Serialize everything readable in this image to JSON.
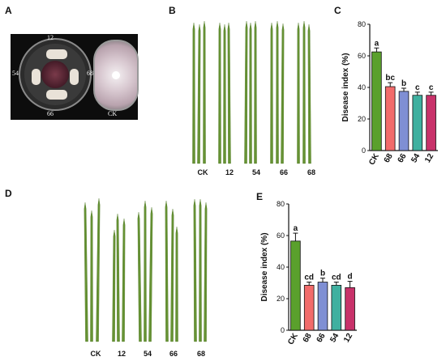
{
  "panels": {
    "a": {
      "letter": "A",
      "plate_labels": {
        "top": "12",
        "left": "54",
        "right": "68",
        "bottom": "66"
      },
      "control_label": "CK"
    },
    "b": {
      "letter": "B",
      "labels": [
        "CK",
        "12",
        "54",
        "66",
        "68"
      ]
    },
    "c": {
      "letter": "C"
    },
    "d": {
      "letter": "D",
      "labels": [
        "CK",
        "12",
        "54",
        "66",
        "68"
      ]
    },
    "e": {
      "letter": "E"
    }
  },
  "colors": {
    "bars": [
      "#5aa02c",
      "#f26b6b",
      "#7f8fd4",
      "#3fb0a0",
      "#c8326a"
    ],
    "leaf": "#6f9a3a",
    "leaf_mid": "#4e7d22"
  },
  "chart_data": [
    {
      "type": "bar",
      "panel": "C",
      "categories": [
        "CK",
        "68",
        "66",
        "54",
        "12"
      ],
      "values": [
        62.5,
        40.5,
        37.5,
        35.0,
        35.0
      ],
      "errors": [
        2.5,
        2.5,
        2.0,
        2.0,
        2.0
      ],
      "letters": [
        "a",
        "bc",
        "b",
        "c",
        "c"
      ],
      "ylabel": "Disease index (%)",
      "ylim": [
        0,
        80
      ],
      "yticks": [
        "0",
        "20",
        "40",
        "60",
        "80"
      ],
      "grid": false
    },
    {
      "type": "bar",
      "panel": "E",
      "categories": [
        "CK",
        "68",
        "66",
        "54",
        "12"
      ],
      "values": [
        56.5,
        28.5,
        30.5,
        28.5,
        27.0
      ],
      "errors": [
        5.0,
        2.0,
        2.5,
        2.0,
        4.0
      ],
      "letters": [
        "a",
        "cd",
        "b",
        "cd",
        "d"
      ],
      "ylabel": "Disease index (%)",
      "ylim": [
        0,
        80
      ],
      "yticks": [
        "0",
        "20",
        "40",
        "60",
        "80"
      ],
      "grid": false
    }
  ]
}
